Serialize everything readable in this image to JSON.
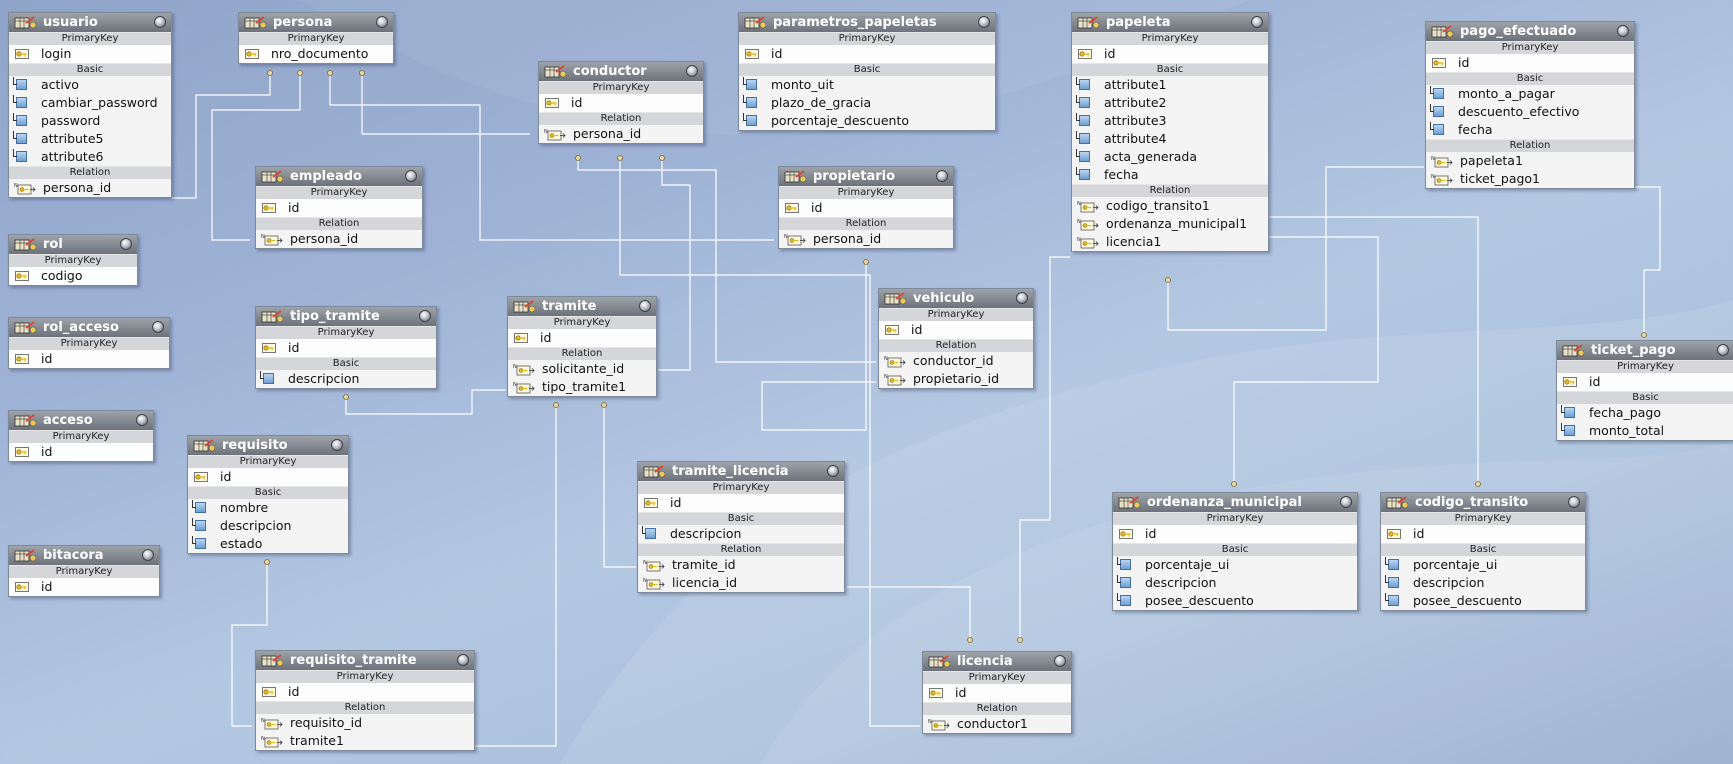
{
  "entities": {
    "usuario": {
      "name": "usuario",
      "pk": "PrimaryKey",
      "pk_fields": [
        "login"
      ],
      "basic": "Basic",
      "basic_fields": [
        "activo",
        "cambiar_password",
        "password",
        "attribute5",
        "attribute6"
      ],
      "relation": "Relation",
      "rel_fields": [
        "persona_id"
      ]
    },
    "persona": {
      "name": "persona",
      "pk": "PrimaryKey",
      "pk_fields": [
        "nro_documento"
      ]
    },
    "conductor": {
      "name": "conductor",
      "pk": "PrimaryKey",
      "pk_fields": [
        "id"
      ],
      "relation": "Relation",
      "rel_fields": [
        "persona_id"
      ]
    },
    "parametros_papeletas": {
      "name": "parametros_papeletas",
      "pk": "PrimaryKey",
      "pk_fields": [
        "id"
      ],
      "basic": "Basic",
      "basic_fields": [
        "monto_uit",
        "plazo_de_gracia",
        "porcentaje_descuento"
      ]
    },
    "papeleta": {
      "name": "papeleta",
      "pk": "PrimaryKey",
      "pk_fields": [
        "id"
      ],
      "basic": "Basic",
      "basic_fields": [
        "attribute1",
        "attribute2",
        "attribute3",
        "attribute4",
        "acta_generada",
        "fecha"
      ],
      "relation": "Relation",
      "rel_fields": [
        "codigo_transito1",
        "ordenanza_municipal1",
        "licencia1"
      ]
    },
    "pago_efectuado": {
      "name": "pago_efectuado",
      "pk": "PrimaryKey",
      "pk_fields": [
        "id"
      ],
      "basic": "Basic",
      "basic_fields": [
        "monto_a_pagar",
        "descuento_efectivo",
        "fecha"
      ],
      "relation": "Relation",
      "rel_fields": [
        "papeleta1",
        "ticket_pago1"
      ]
    },
    "empleado": {
      "name": "empleado",
      "pk": "PrimaryKey",
      "pk_fields": [
        "id"
      ],
      "relation": "Relation",
      "rel_fields": [
        "persona_id"
      ]
    },
    "propietario": {
      "name": "propietario",
      "pk": "PrimaryKey",
      "pk_fields": [
        "id"
      ],
      "relation": "Relation",
      "rel_fields": [
        "persona_id"
      ]
    },
    "rol": {
      "name": "rol",
      "pk": "PrimaryKey",
      "pk_fields": [
        "codigo"
      ]
    },
    "rol_acceso": {
      "name": "rol_acceso",
      "pk": "PrimaryKey",
      "pk_fields": [
        "id"
      ]
    },
    "tipo_tramite": {
      "name": "tipo_tramite",
      "pk": "PrimaryKey",
      "pk_fields": [
        "id"
      ],
      "basic": "Basic",
      "basic_fields": [
        "descripcion"
      ]
    },
    "tramite": {
      "name": "tramite",
      "pk": "PrimaryKey",
      "pk_fields": [
        "id"
      ],
      "relation": "Relation",
      "rel_fields": [
        "solicitante_id",
        "tipo_tramite1"
      ]
    },
    "vehiculo": {
      "name": "vehiculo",
      "pk": "PrimaryKey",
      "pk_fields": [
        "id"
      ],
      "relation": "Relation",
      "rel_fields": [
        "conductor_id",
        "propietario_id"
      ]
    },
    "ticket_pago": {
      "name": "ticket_pago",
      "pk": "PrimaryKey",
      "pk_fields": [
        "id"
      ],
      "basic": "Basic",
      "basic_fields": [
        "fecha_pago",
        "monto_total"
      ]
    },
    "acceso": {
      "name": "acceso",
      "pk": "PrimaryKey",
      "pk_fields": [
        "id"
      ]
    },
    "requisito": {
      "name": "requisito",
      "pk": "PrimaryKey",
      "pk_fields": [
        "id"
      ],
      "basic": "Basic",
      "basic_fields": [
        "nombre",
        "descripcion",
        "estado"
      ]
    },
    "tramite_licencia": {
      "name": "tramite_licencia",
      "pk": "PrimaryKey",
      "pk_fields": [
        "id"
      ],
      "basic": "Basic",
      "basic_fields": [
        "descripcion"
      ],
      "relation": "Relation",
      "rel_fields": [
        "tramite_id",
        "licencia_id"
      ]
    },
    "ordenanza_municipal": {
      "name": "ordenanza_municipal",
      "pk": "PrimaryKey",
      "pk_fields": [
        "id"
      ],
      "basic": "Basic",
      "basic_fields": [
        "porcentaje_ui",
        "descripcion",
        "posee_descuento"
      ]
    },
    "codigo_transito": {
      "name": "codigo_transito",
      "pk": "PrimaryKey",
      "pk_fields": [
        "id"
      ],
      "basic": "Basic",
      "basic_fields": [
        "porcentaje_ui",
        "descripcion",
        "posee_descuento"
      ]
    },
    "bitacora": {
      "name": "bitacora",
      "pk": "PrimaryKey",
      "pk_fields": [
        "id"
      ]
    },
    "requisito_tramite": {
      "name": "requisito_tramite",
      "pk": "PrimaryKey",
      "pk_fields": [
        "id"
      ],
      "relation": "Relation",
      "rel_fields": [
        "requisito_id",
        "tramite1"
      ]
    },
    "licencia": {
      "name": "licencia",
      "pk": "PrimaryKey",
      "pk_fields": [
        "id"
      ],
      "relation": "Relation",
      "rel_fields": [
        "conductor1"
      ]
    }
  },
  "icons": {
    "table": "table-icon",
    "primary_key": "key-icon",
    "column": "column-icon",
    "foreign_key": "foreign-key-icon",
    "close": "close-icon"
  },
  "colors": {
    "header_top": "#9ea3aa",
    "header_bottom": "#6d727a",
    "section": "#d4d6da",
    "connector": "#ffffff",
    "background": "#a9bddc"
  }
}
